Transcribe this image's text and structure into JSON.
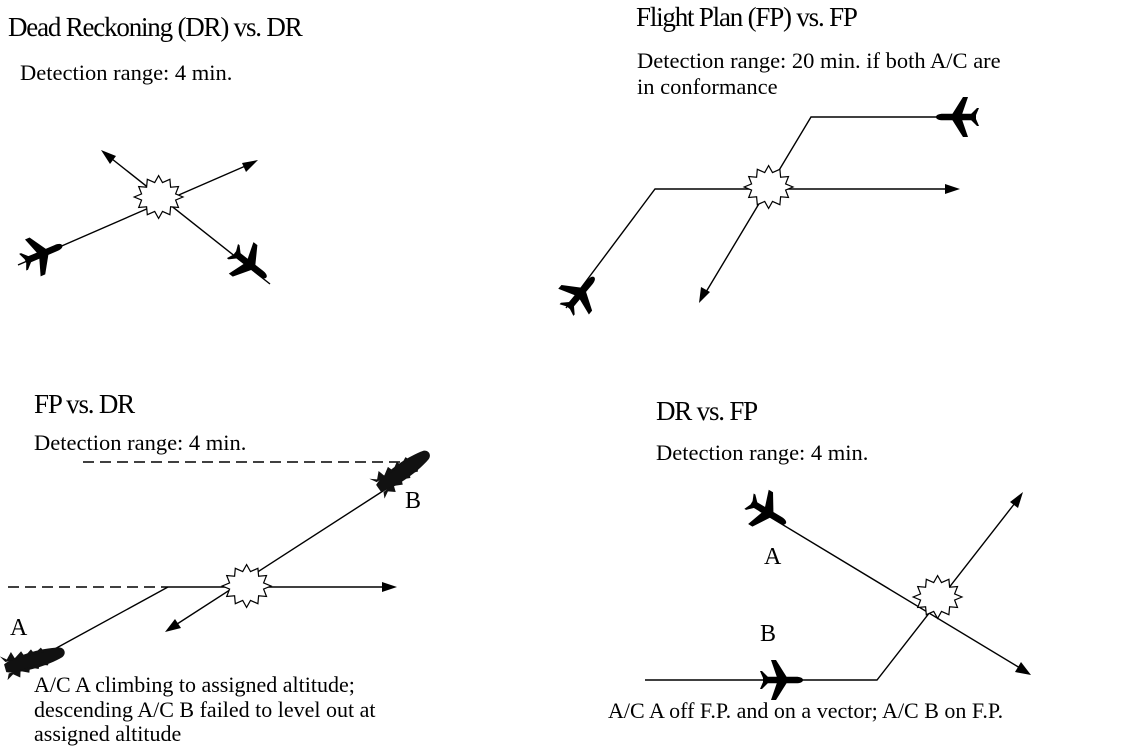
{
  "panels": {
    "dr_dr": {
      "title": "Dead Reckoning (DR) vs. DR",
      "detection": "Detection range: 4 min."
    },
    "fp_fp": {
      "title": "Flight Plan (FP) vs. FP",
      "detection_line1": "Detection range: 20 min. if both A/C are",
      "detection_line2": "in conformance"
    },
    "fp_dr": {
      "title": "FP vs. DR",
      "detection": "Detection range: 4 min.",
      "aircraft_a": "A",
      "aircraft_b": "B",
      "caption_line1": "A/C A climbing to assigned altitude;",
      "caption_line2": "descending A/C B failed to level out at",
      "caption_line3": "assigned altitude"
    },
    "dr_fp": {
      "title": "DR vs. FP",
      "detection": "Detection range: 4 min.",
      "aircraft_a": "A",
      "aircraft_b": "B",
      "caption": "A/C A off F.P. and on a vector; A/C B on F.P."
    }
  }
}
